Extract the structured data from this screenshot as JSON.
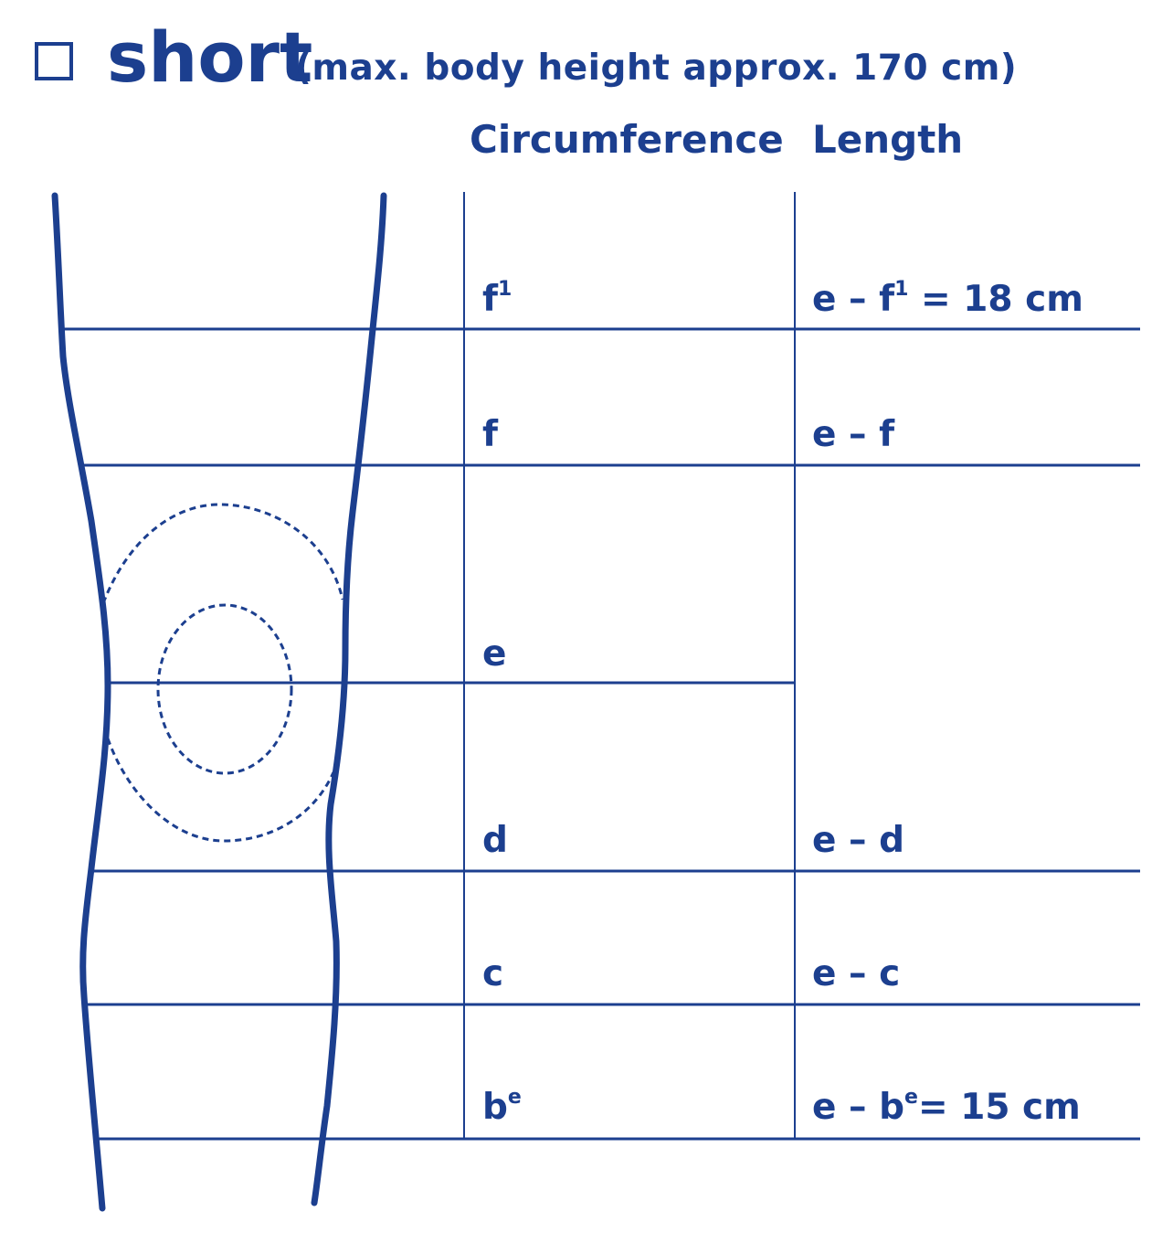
{
  "header": {
    "title": "short",
    "subtitle": "(max. body height approx. 170 cm)"
  },
  "columns": {
    "circumference": "Circumference",
    "length": "Length"
  },
  "rows": {
    "f1": {
      "circ_base": "f",
      "circ_sup": "1",
      "len_pre": "e – f",
      "len_sup": "1",
      "len_post": " = 18 cm"
    },
    "f": {
      "circ": "f",
      "len": "e – f"
    },
    "e": {
      "circ": "e"
    },
    "d": {
      "circ": "d",
      "len": "e – d"
    },
    "c": {
      "circ": "c",
      "len": "e – c"
    },
    "be": {
      "circ_base": "b",
      "circ_sup": "e",
      "len_pre": "e – b",
      "len_sup": "e",
      "len_post": "= 15 cm"
    }
  },
  "colors": {
    "ink": "#1c3f8f",
    "background": "#ffffff"
  }
}
